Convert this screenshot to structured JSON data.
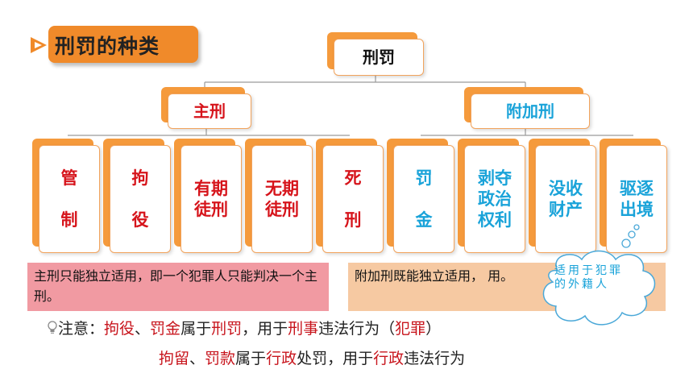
{
  "title": "刑罚的种类",
  "root": "刑罚",
  "main_penalty": {
    "label": "主刑",
    "items": [
      "管\n\n制",
      "拘\n\n役",
      "有期\n徒刑",
      "无期\n徒刑",
      "死\n\n刑"
    ]
  },
  "additional_penalty": {
    "label": "附加刑",
    "items": [
      "罚\n\n金",
      "剥夺\n政治\n权利",
      "没收\n财产",
      "驱逐\n出境"
    ]
  },
  "notes": {
    "main": "主刑只能独立适用，即一个犯罪人只能判决一个主刑。",
    "additional": "附加刑既能独立适用，              用。"
  },
  "cloud_text": "适用于犯罪的外籍人",
  "attention": {
    "prefix": "注意：",
    "l1_a": "拘役",
    "l1_b": "、",
    "l1_c": "罚金",
    "l1_d": "属于",
    "l1_e": "刑罚",
    "l1_f": "，用于",
    "l1_g": "刑事",
    "l1_h": "违法行为（",
    "l1_i": "犯罪",
    "l1_j": "）",
    "l2_a": "拘留",
    "l2_b": "、",
    "l2_c": "罚款",
    "l2_d": "属于",
    "l2_e": "行政",
    "l2_f": "处罚，用于",
    "l2_g": "行政",
    "l2_h": "违法行为"
  },
  "colors": {
    "accent": "#f59a3c",
    "red_text": "#d6141b",
    "blue_text": "#1aa3d9",
    "note_main_bg": "#f19aa2",
    "note_additional_bg": "#f6c9a2"
  }
}
